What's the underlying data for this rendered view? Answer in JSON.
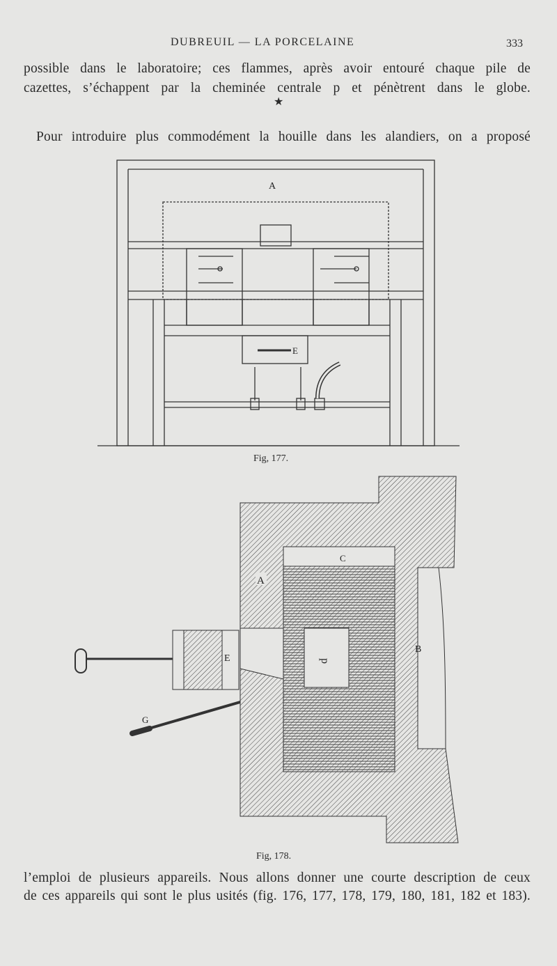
{
  "header": {
    "running_title": "DUBREUIL — LA PORCELAINE",
    "page_number": "333"
  },
  "paragraph_top": {
    "lines": [
      "possible dans le laboratoire; ces flammes, après avoir entouré chaque pile de",
      "cazettes, s’échappent par la cheminée centrale p et pénètrent dans le globe."
    ]
  },
  "separator": "★",
  "paragraph_intro": {
    "line": "Pour introduire plus commodément la houille dans les alandiers, on a proposé"
  },
  "figure_177": {
    "caption": "Fig, 177.",
    "labels": {
      "a": "A",
      "e": "E"
    }
  },
  "figure_178": {
    "caption": "Fig, 178.",
    "labels": {
      "a": "A",
      "b": "B",
      "c": "C",
      "e": "E",
      "p": "p",
      "g": "G"
    }
  },
  "paragraph_bottom": {
    "lines": [
      "l’emploi de plusieurs appareils. Nous allons donner une courte description de ceux",
      "de ces appareils qui sont le plus usités (fig. 176, 177, 178, 179, 180, 181, 182 et 183)."
    ]
  }
}
